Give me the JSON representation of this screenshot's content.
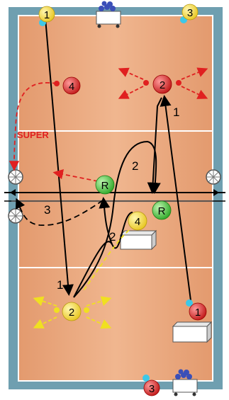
{
  "diagram": {
    "super_label": "SUPER",
    "players": [
      {
        "id": "p1-top",
        "label": "1",
        "fill": "#f4dc4c",
        "ring": "#3cc8e8"
      },
      {
        "id": "p3-top",
        "label": "3",
        "fill": "#f4dc4c",
        "ring": "#3cc8e8"
      },
      {
        "id": "p4-red",
        "label": "4",
        "fill": "#e03a3a",
        "ring": "#e03a3a"
      },
      {
        "id": "p2-red",
        "label": "2",
        "fill": "#e03a3a",
        "ring": "#e03a3a"
      },
      {
        "id": "r-left",
        "label": "R",
        "fill": "#5ccf4a",
        "ring": "#5ccf4a"
      },
      {
        "id": "r-right",
        "label": "R",
        "fill": "#5ccf4a",
        "ring": "#5ccf4a"
      },
      {
        "id": "p4-yellow",
        "label": "4",
        "fill": "#f4dc4c",
        "ring": "#f4dc4c"
      },
      {
        "id": "p2-yellow",
        "label": "2",
        "fill": "#f4dc4c",
        "ring": "#f4dc4c"
      },
      {
        "id": "p1-red",
        "label": "1",
        "fill": "#e03a3a",
        "ring": "#3cc8e8"
      },
      {
        "id": "p3-red",
        "label": "3",
        "fill": "#e03a3a",
        "ring": "#3cc8e8"
      }
    ],
    "path_labels": [
      {
        "id": "lbl-1-right",
        "text": "1"
      },
      {
        "id": "lbl-2-mid",
        "text": "2"
      },
      {
        "id": "lbl-3-left",
        "text": "3"
      },
      {
        "id": "lbl-2-low",
        "text": "2"
      },
      {
        "id": "lbl-1-low",
        "text": "1"
      }
    ],
    "colors": {
      "court": "#e9a57b",
      "border": "#6f9fb0",
      "line": "#ffffff",
      "arrow_black": "#000000",
      "arrow_red": "#e02020",
      "arrow_yellow": "#f0e020"
    }
  }
}
